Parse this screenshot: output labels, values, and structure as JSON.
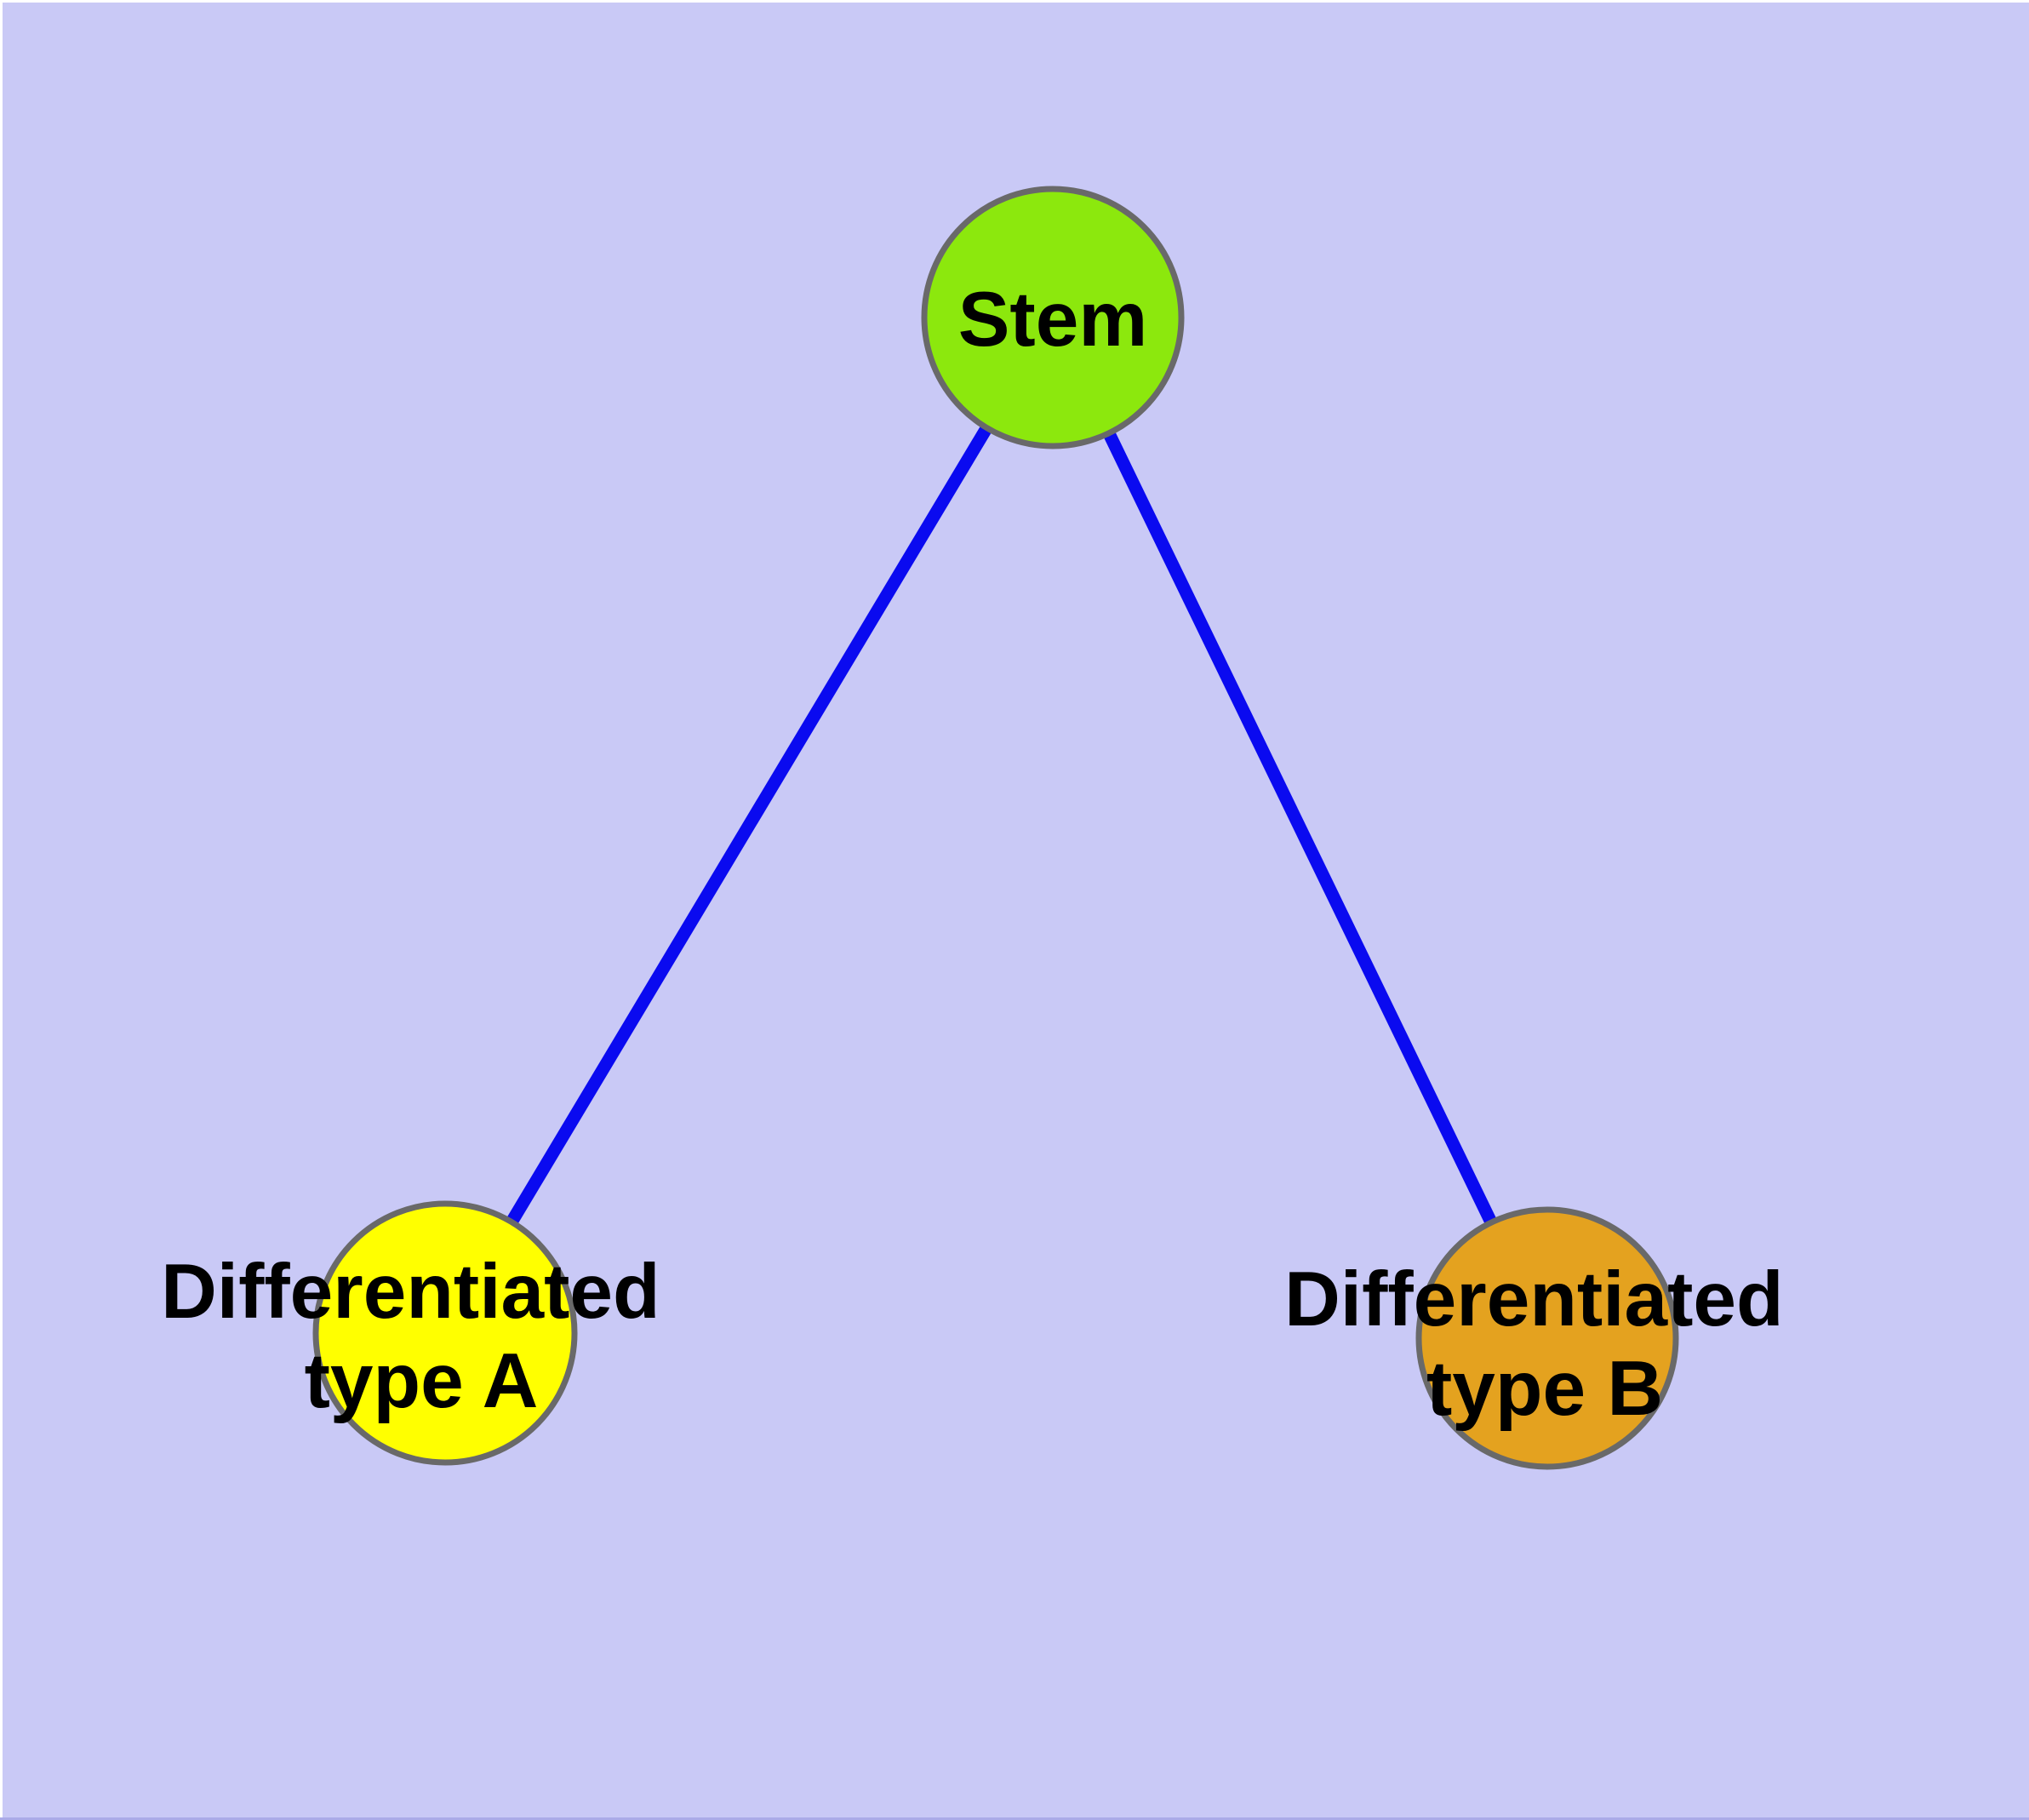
{
  "diagram": {
    "background_color": "#C9C9F6",
    "top_margin_color": "#FFFFFF",
    "left_margin_color": "#FFFFFF",
    "bottom_edge_strip_color": "#ABABE8",
    "edge_color": "#0A0AF0",
    "node_border_color": "#696969",
    "text_color": "#000000",
    "nodes": [
      {
        "id": "stem",
        "label": "Stem",
        "fill": "#8CE80D"
      },
      {
        "id": "differentiated-type-a",
        "label_line1": "Differentiated",
        "label_line2": "type A",
        "fill": "#FFFF00"
      },
      {
        "id": "differentiated-type-b",
        "label_line1": "Differentiated",
        "label_line2": "type B",
        "fill": "#E4A21F"
      }
    ],
    "edges": [
      {
        "from": "stem",
        "to": "differentiated-type-a"
      },
      {
        "from": "stem",
        "to": "differentiated-type-b"
      }
    ]
  }
}
